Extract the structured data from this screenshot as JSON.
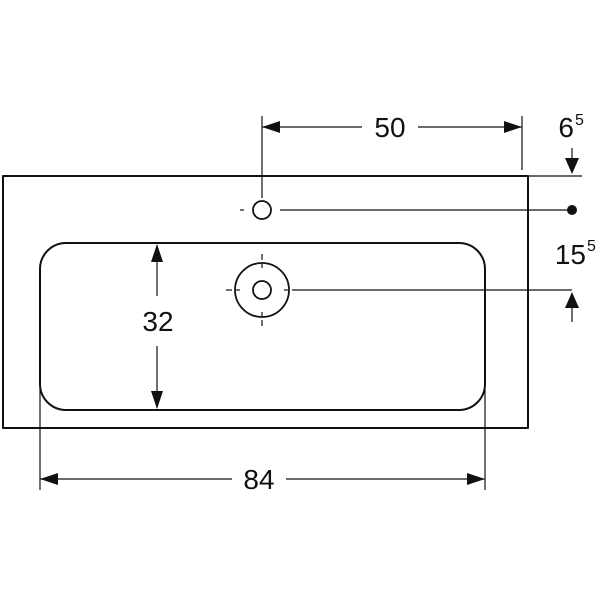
{
  "drawing": {
    "stroke_color": "#111111",
    "background": "#ffffff",
    "dimensions": {
      "width_top": "50",
      "offset_top_main": "6",
      "offset_top_sup": "5",
      "offset_side_main": "15",
      "offset_side_sup": "5",
      "bowl_depth": "32",
      "bowl_width": "84"
    }
  }
}
